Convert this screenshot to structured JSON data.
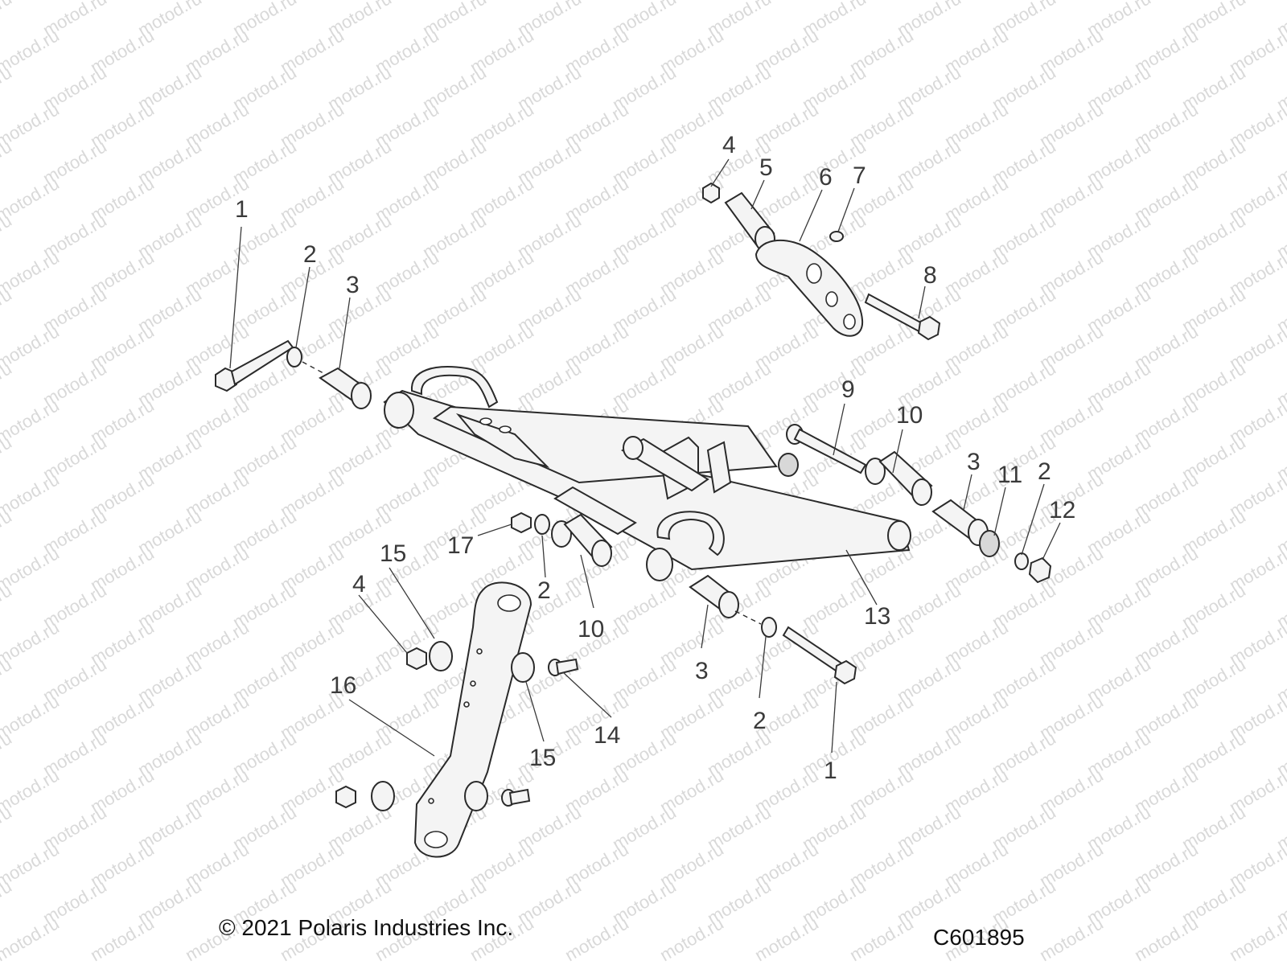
{
  "watermark": "motod.ru",
  "footer": {
    "copyright": "© 2021 Polaris Industries Inc.",
    "diagram_code": "C601895"
  },
  "callouts": [
    "1",
    "2",
    "3",
    "4",
    "5",
    "6",
    "7",
    "8",
    "9",
    "10",
    "3",
    "11",
    "2",
    "12",
    "15",
    "4",
    "17",
    "2",
    "10",
    "13",
    "3",
    "16",
    "14",
    "15",
    "2",
    "1"
  ]
}
